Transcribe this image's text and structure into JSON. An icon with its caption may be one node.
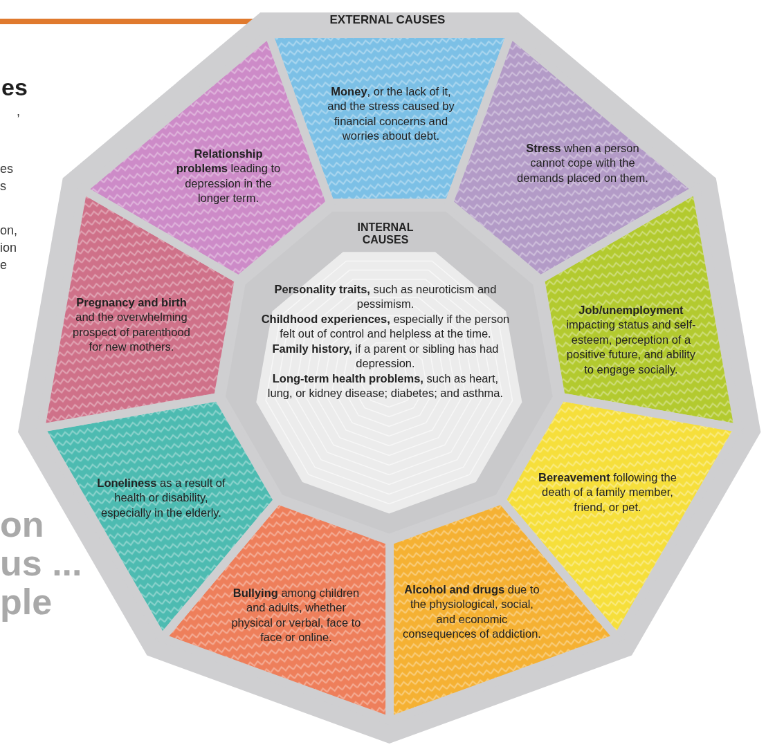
{
  "diagram": {
    "nodes": [
      {
        "text": [
          "EXTERNAL CAUSES"
        ]
      },
      {
        "text": [
          "**Money**, or the lack of it, and the stress caused by financial concerns and worries about debt."
        ],
        "in": 0
      },
      {
        "text": [
          "**Stress** when a person cannot cope with the demands placed on them."
        ],
        "in": 0
      },
      {
        "text": [
          "**Job/unemployment** impacting status and self-esteem, perception of a positive future, and ability to engage socially."
        ],
        "in": 0
      },
      {
        "text": [
          "**Bereavement** following the death of a family member, friend, or pet."
        ],
        "in": 0
      },
      {
        "text": [
          "**Alcohol and drugs** due to the physiological, social, and economic consequences of addiction."
        ],
        "in": 0
      },
      {
        "text": [
          "**Bullying** among children and adults, whether physical or verbal, face to face or online."
        ],
        "in": 0
      },
      {
        "text": [
          "**Loneliness** as a result of health or disability, especially in the elderly."
        ],
        "in": 0
      },
      {
        "text": [
          "**Pregnancy and birth** and the overwhelming prospect of parenthood for new mothers."
        ],
        "in": 0
      },
      {
        "text": [
          "**Relationship problems** leading to depression in the longer term."
        ],
        "in": 0
      },
      {
        "text": [
          "INTERNAL CAUSES",
          "**Personality traits,** such as neuroticism and pessimism.",
          "**Childhood experiences,** especially if the person felt out of control and helpless at the time.",
          "**Family history,** if a parent or sibling has had depression.",
          "**Long-term health problems,** such as heart, lung, or kidney disease; diabetes; and asthma."
        ],
        "in": 0
      }
    ],
    "labels": [
      "es",
      ",",
      "es",
      "s",
      "on,",
      "ion",
      "e",
      "on",
      "us ...",
      "ple"
    ]
  }
}
